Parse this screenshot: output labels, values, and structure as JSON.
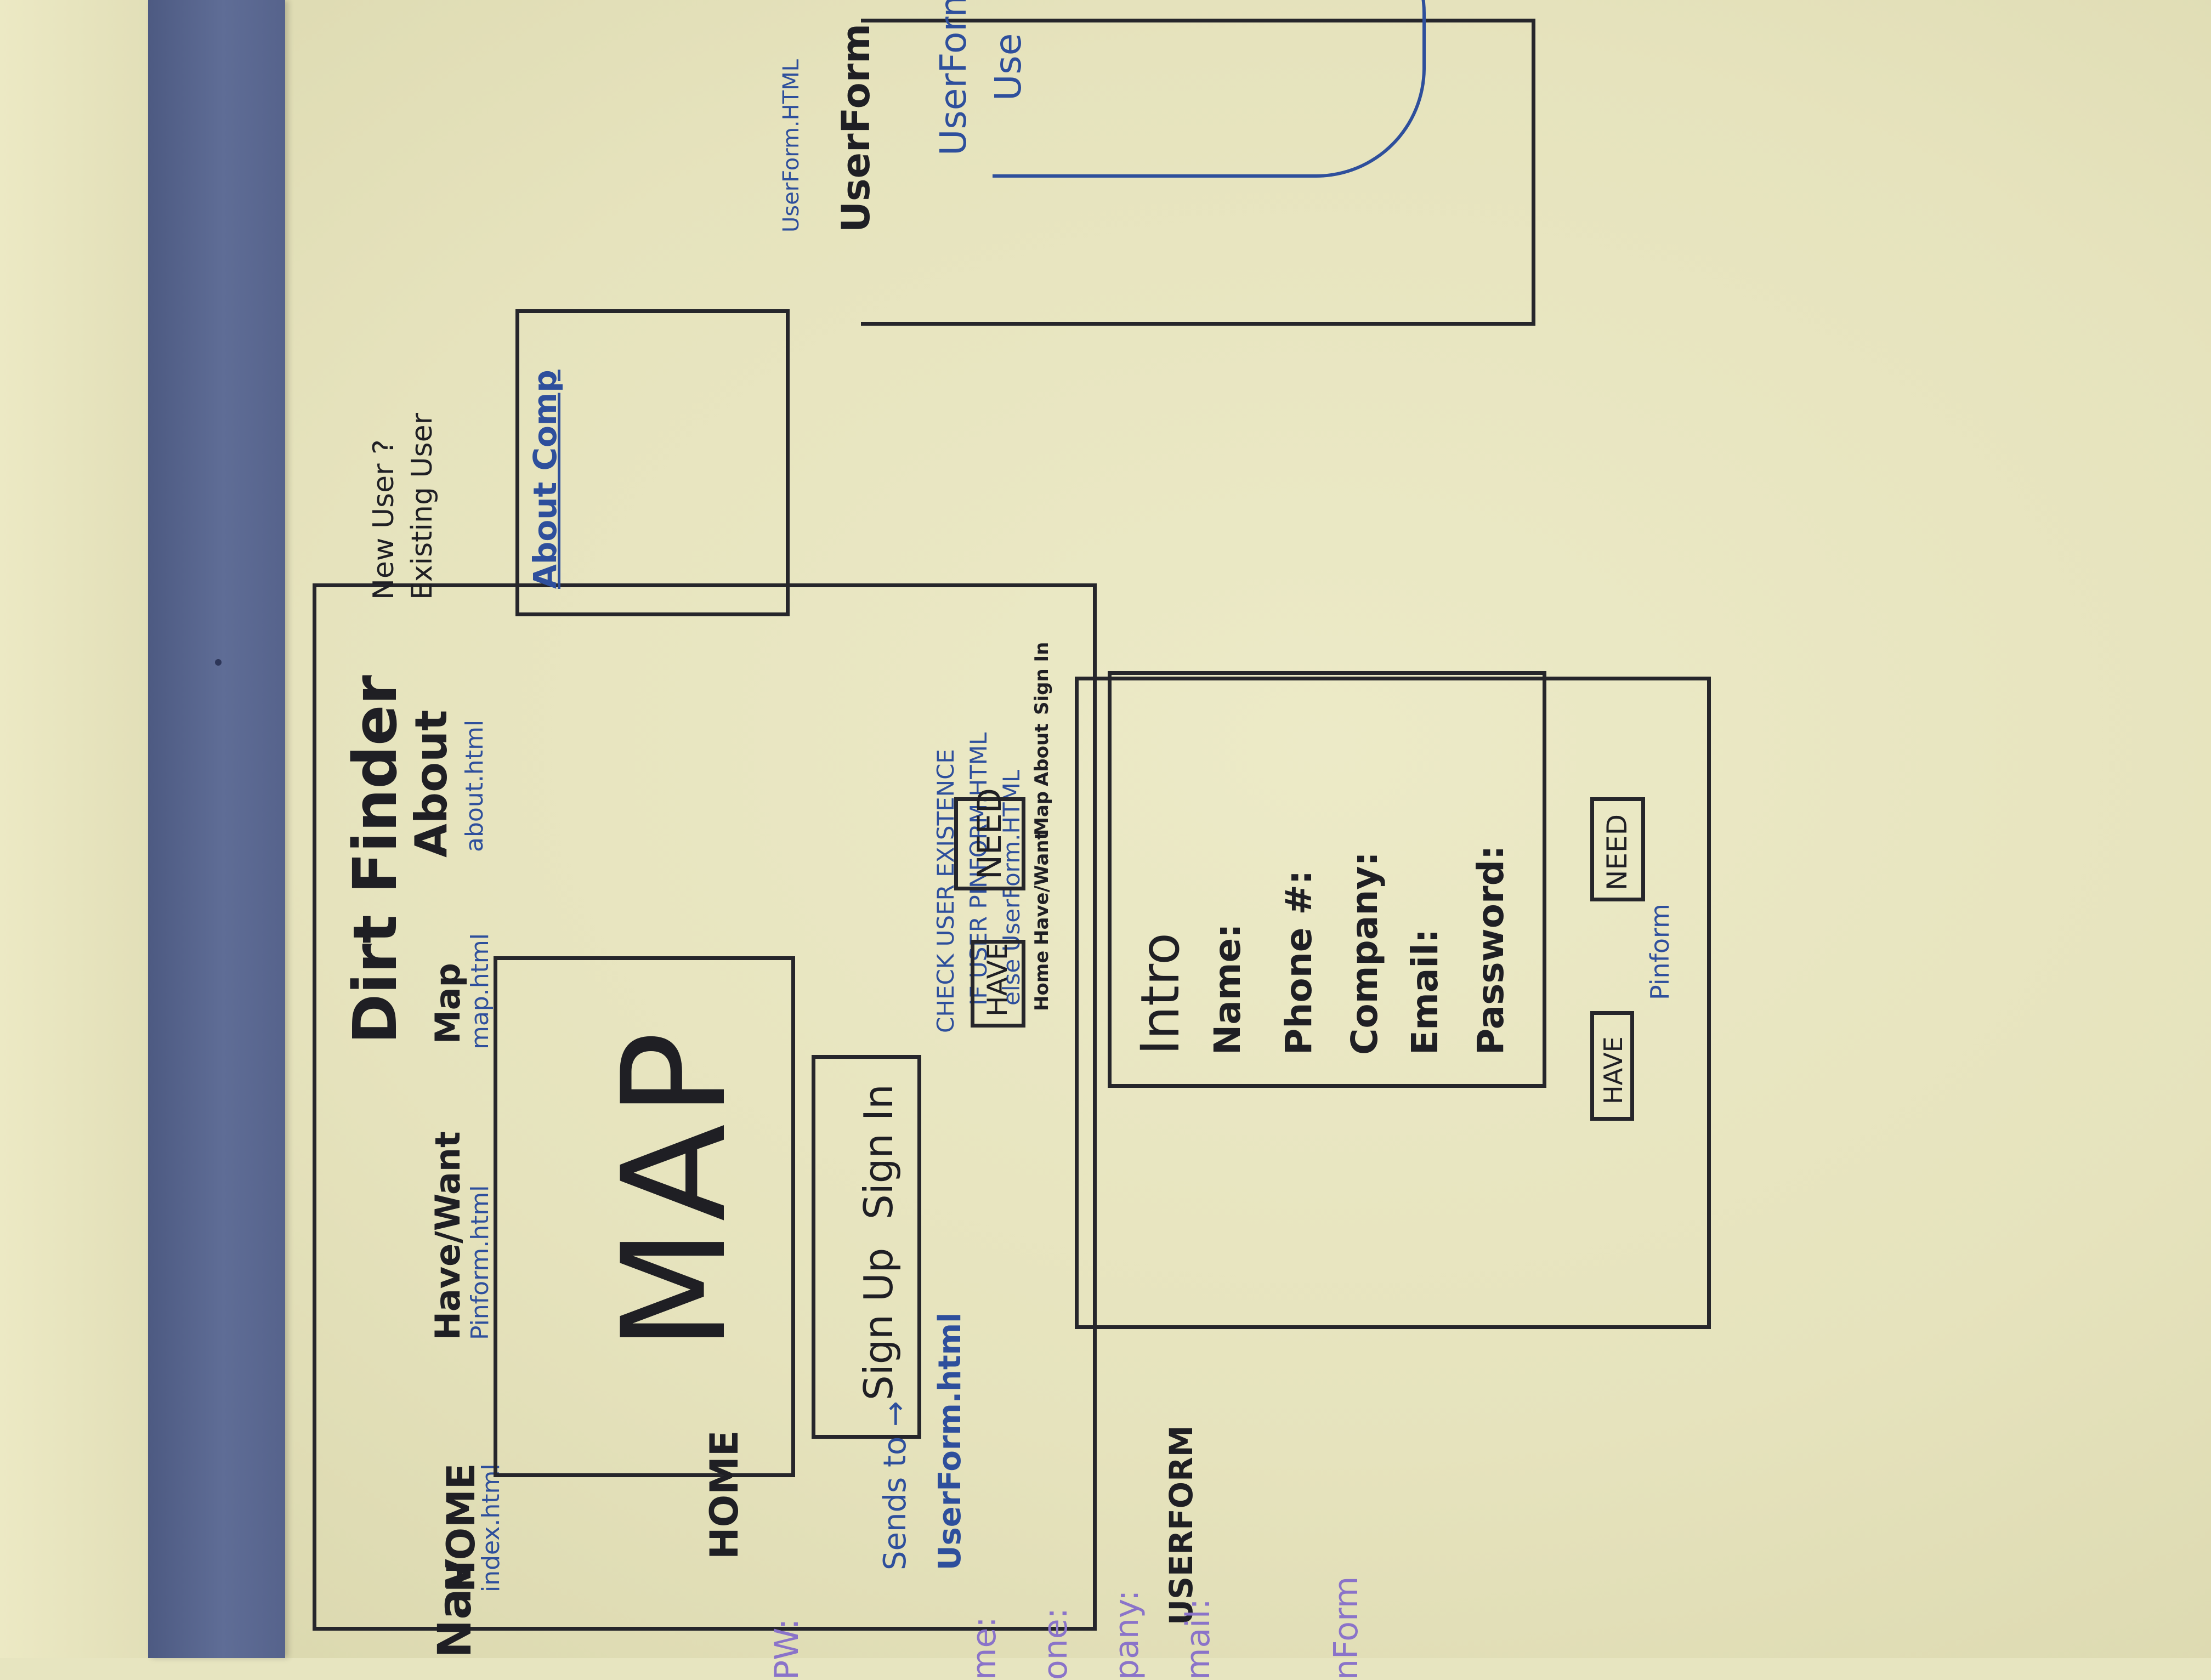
{
  "sketch": {
    "app_title": "Dirt Finder",
    "nav": [
      {
        "label": "HOME",
        "file": "index.html"
      },
      {
        "label": "Have/Want",
        "file": "Pinform.html"
      },
      {
        "label": "Map",
        "file": "map.html"
      },
      {
        "label": "About",
        "file": "about.html"
      }
    ],
    "account_links": [
      "New User ?",
      "Existing User"
    ],
    "map_label": "MAP",
    "about_box_label": "About Comp",
    "signup_label": "Sign Up",
    "signin_label": "Sign In",
    "sends_to_label": "Sends to →",
    "sends_to_file": "UserForm.html",
    "check_note": [
      "CHECK USER EXISTENCE",
      "IF USER PINFORM.HTML",
      "else UserForm.HTML"
    ],
    "have_button": "HAVE",
    "need_button": "NEED",
    "footer_nav": [
      "Home",
      "Have/Want",
      "Map",
      "About",
      "Sign In"
    ],
    "form": {
      "title": "Intro",
      "fields": [
        "Name:",
        "Phone #:",
        "Company:",
        "Email:",
        "Password:"
      ],
      "have_button": "HAVE",
      "need_button": "NEED",
      "pinform_label": "Pinform"
    },
    "userform_panel": {
      "title": "UserForm",
      "file": "UserForm.HTML",
      "label": "UserForm",
      "inner_label": "Use"
    },
    "side_notes": {
      "nav": "Nav",
      "home": "HOME",
      "userform": "USERFORM",
      "fragments": [
        "PW:",
        "me:",
        "one:",
        "pany:",
        "mail:",
        "nForm"
      ]
    }
  },
  "colors": {
    "whiteboard": "#e7e5c0",
    "frame": "#56638c",
    "black_ink": "#1f1f24",
    "blue_ink": "#2e4f9c",
    "purple_ink": "#8a73c9"
  }
}
